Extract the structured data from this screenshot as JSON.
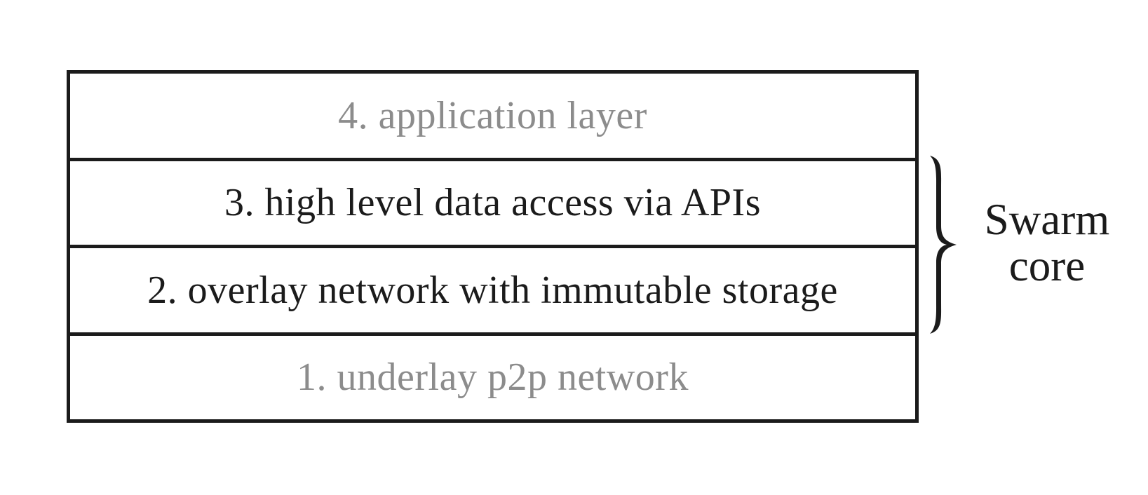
{
  "diagram": {
    "type": "layered-stack",
    "layers": [
      {
        "label": "4. application layer",
        "emphasis": "muted"
      },
      {
        "label": "3. high level data access via APIs",
        "emphasis": "normal"
      },
      {
        "label": "2. overlay network with immutable storage",
        "emphasis": "normal"
      },
      {
        "label": "1. underlay p2p network",
        "emphasis": "muted"
      }
    ],
    "brace": {
      "covers_layers": [
        "3. high level data access via APIs",
        "2. overlay network with immutable storage"
      ],
      "label_line1": "Swarm",
      "label_line2": "core"
    },
    "colors": {
      "background": "#ffffff",
      "border": "#1b1b1b",
      "text": "#1b1b1b",
      "muted_text": "#8c8c8c"
    }
  }
}
